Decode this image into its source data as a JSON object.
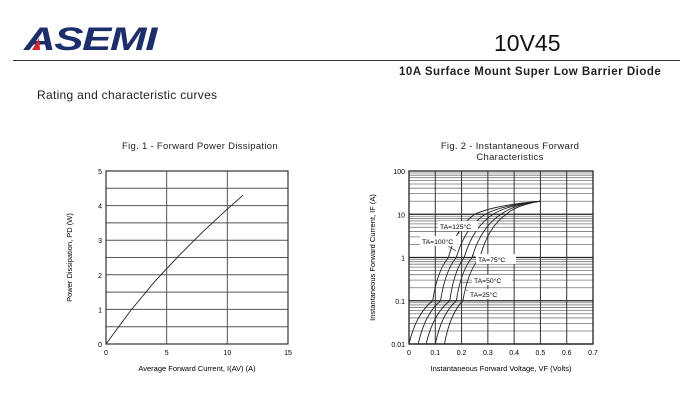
{
  "header": {
    "logo": "ASEMI",
    "part_number": "10V45",
    "description": "10A Surface Mount Super Low Barrier Diode",
    "section_title": "Rating and characteristic curves"
  },
  "colors": {
    "logo_blue": "#1d2f6b",
    "logo_red": "#d6262b"
  },
  "chart_data": [
    {
      "type": "line",
      "title": "Fig. 1 - Forward Power Dissipation",
      "xlabel": "Average Forward Current, I(AV) (A)",
      "ylabel": "Power Dissipation, PD (W)",
      "xlim": [
        0,
        15
      ],
      "ylim": [
        0,
        5
      ],
      "xticks": [
        "0",
        "5",
        "10",
        "15"
      ],
      "yticks": [
        "0",
        "1",
        "2",
        "3",
        "4",
        "5"
      ],
      "grid": true,
      "series": [
        {
          "name": "PD",
          "x": [
            0,
            2,
            4,
            6,
            8,
            10,
            11.3
          ],
          "y": [
            0,
            0.95,
            1.8,
            2.55,
            3.25,
            3.9,
            4.3
          ]
        }
      ]
    },
    {
      "type": "line",
      "title_line1": "Fig. 2 - Instantaneous Forward",
      "title_line2": "Characteristics",
      "xlabel": "Instantaneous Forward Voltage, VF (Volts)",
      "ylabel": "Instantaneous Forward Current, IF (A)",
      "xlim": [
        0,
        0.7
      ],
      "ylim": [
        0.01,
        100
      ],
      "yscale": "log",
      "xticks": [
        "0",
        "0.1",
        "0.2",
        "0.3",
        "0.4",
        "0.5",
        "0.6",
        "0.7"
      ],
      "yticks": [
        "0.01",
        "0.1",
        "1",
        "10",
        "100"
      ],
      "grid": true,
      "series": [
        {
          "name": "TA=125°C",
          "x": [
            0.0,
            0.09,
            0.15,
            0.25,
            0.5
          ],
          "y": [
            0.01,
            0.1,
            1,
            10,
            20
          ]
        },
        {
          "name": "TA=100°C",
          "x": [
            0.035,
            0.12,
            0.18,
            0.29,
            0.5
          ],
          "y": [
            0.01,
            0.1,
            1,
            10,
            20
          ]
        },
        {
          "name": "TA=75°C",
          "x": [
            0.065,
            0.155,
            0.21,
            0.32,
            0.5
          ],
          "y": [
            0.01,
            0.1,
            1,
            10,
            20
          ]
        },
        {
          "name": "TA=50°C",
          "x": [
            0.1,
            0.18,
            0.24,
            0.35,
            0.5
          ],
          "y": [
            0.01,
            0.1,
            1,
            10,
            20
          ]
        },
        {
          "name": "TA=25°C",
          "x": [
            0.135,
            0.205,
            0.27,
            0.37,
            0.5
          ],
          "y": [
            0.01,
            0.1,
            1,
            10,
            20
          ]
        }
      ]
    }
  ]
}
